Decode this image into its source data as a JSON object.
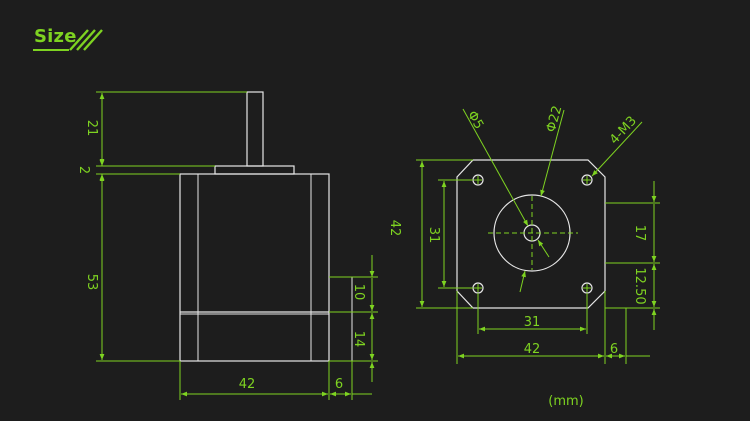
{
  "header": {
    "title": "Size",
    "accent_color": "#7ed321",
    "decor_icon": "triple-slash-icon"
  },
  "side_view": {
    "shaft_length": "21",
    "flange_thickness": "2",
    "body_length": "53",
    "body_width": "42",
    "connector_upper": "10",
    "connector_lower": "14",
    "connector_depth": "6"
  },
  "front_view": {
    "hole_dia_label": "Φ5",
    "boss_dia_label": "Φ22",
    "mount_holes_label": "4-M3",
    "body_height": "42",
    "hole_spacing_v": "31",
    "hole_spacing_h": "31",
    "body_width": "42",
    "connector_depth": "6",
    "offset_upper": "17",
    "offset_lower": "12.50"
  },
  "units_label": "(mm)",
  "colors": {
    "background": "#1d1d1d",
    "dimension_lines": "#7ed321",
    "outline": "#e6e6e6"
  }
}
